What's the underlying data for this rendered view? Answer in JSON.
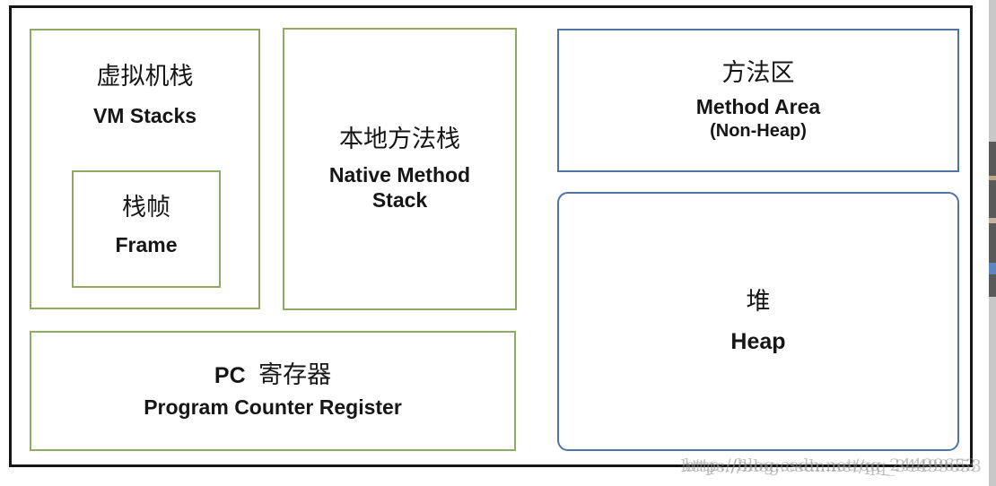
{
  "diagram": {
    "boxes": {
      "vm_stacks": {
        "zh": "虚拟机栈",
        "en": "VM Stacks"
      },
      "frame": {
        "zh": "栈帧",
        "en": "Frame"
      },
      "native_method_stack": {
        "zh": "本地方法栈",
        "en_line1": "Native Method",
        "en_line2": "Stack"
      },
      "pc_register": {
        "latin": "PC",
        "zh": "寄存器",
        "en": "Program Counter Register"
      },
      "method_area": {
        "zh": "方法区",
        "en": "Method Area",
        "note": "(Non-Heap)"
      },
      "heap": {
        "zh": "堆",
        "en": "Heap"
      }
    },
    "colors": {
      "green_box_border": "#8faa62",
      "blue_box_border": "#4e73a5",
      "outer_frame_border": "#161616",
      "text": "#161616",
      "watermark": "#949494",
      "edge_strip": "#c8c8c8",
      "edge_strip_dark": "#595959",
      "edge_strip_blue": "#5f85c0"
    },
    "watermark": {
      "layer1": "http://blog.csdn.net/qq_24499653",
      "layer2": "https://blog.csdn.net/qq_34499653"
    }
  }
}
